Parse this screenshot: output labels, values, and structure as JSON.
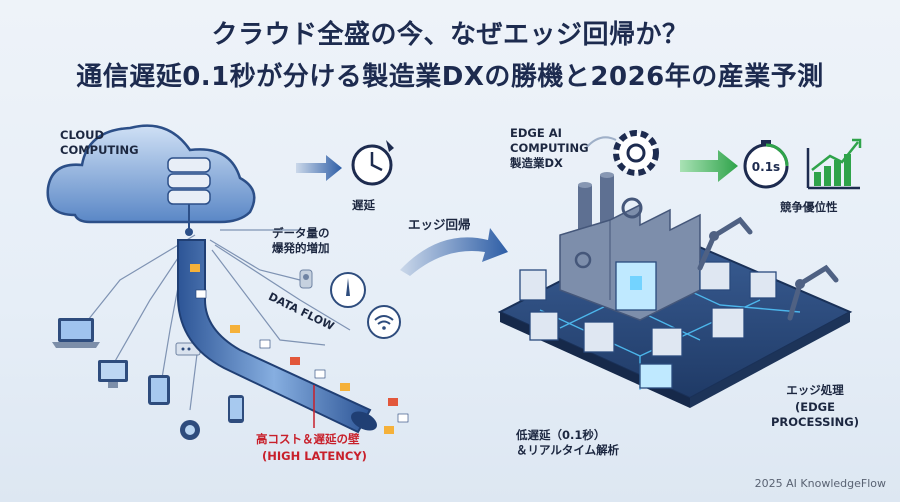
{
  "title": {
    "line1": "クラウド全盛の今、なぜエッジ回帰か？",
    "line2": "通信遅延0.1秒が分ける製造業DXの勝機と2026年の産業予測"
  },
  "left": {
    "cloud_label": "CLOUD\nCOMPUTING",
    "latency_label": "遅延",
    "data_volume_label": "データ量の\n爆発的増加",
    "data_flow_label": "DATA FLOW",
    "wall_label_jp": "高コスト＆遅延の壁",
    "wall_label_en": "(HIGH LATENCY)"
  },
  "middle": {
    "arrow_label": "エッジ回帰"
  },
  "right": {
    "edge_label": "EDGE AI\nCOMPUTING\n製造業DX",
    "timer_text": "0.1s",
    "competitive_label": "競争優位性",
    "processing_label_jp": "エッジ処理",
    "processing_label_en": "(EDGE PROCESSING)",
    "low_latency_label": "低遅延（0.1秒）\n＆リアルタイム解析"
  },
  "footer": "2025 AI KnowledgeFlow",
  "colors": {
    "navy": "#1d2b4f",
    "cloud_blue": "#3f6fb5",
    "accent_green": "#2fa34a",
    "alert_red": "#c8202b",
    "glow": "#52c9ff"
  }
}
